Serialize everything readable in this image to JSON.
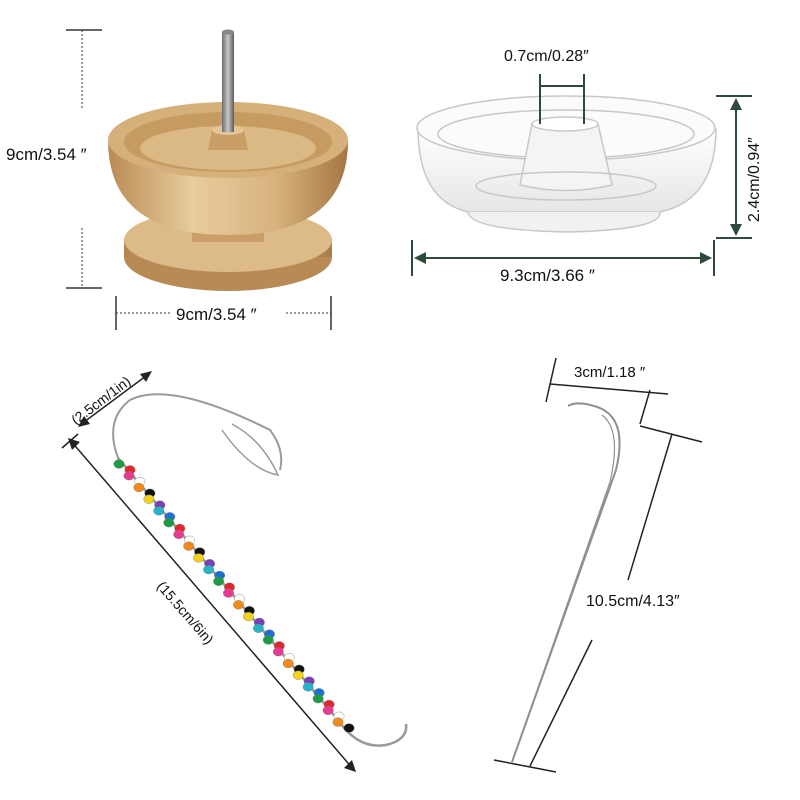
{
  "labels": {
    "wood_height": "9cm/3.54 ″",
    "wood_width": "9cm/3.54 ″",
    "bowl_hole": "0.7cm/0.28″",
    "bowl_height": "2.4cm/0.94″",
    "bowl_width": "9.3cm/3.66 ″",
    "needle_hook": "(2.5cm/1in)",
    "needle_length": "(15.5cm/6in)",
    "hook_width": "3cm/1.18 ″",
    "hook_length": "10.5cm/4.13″"
  },
  "colors": {
    "wood_light": "#e2c496",
    "wood_mid": "#cfa66e",
    "wood_dark": "#a87a45",
    "dim_line_dark": "#2d4a3a",
    "dim_line": "#333333",
    "wire": "#9a9a9a"
  },
  "beads": [
    "#e02828",
    "#f08a1c",
    "#7a3fb8",
    "#1e9c45",
    "#ffffff",
    "#f2d21b",
    "#1c6fd6",
    "#e53b93",
    "#111111",
    "#28b3c7"
  ]
}
